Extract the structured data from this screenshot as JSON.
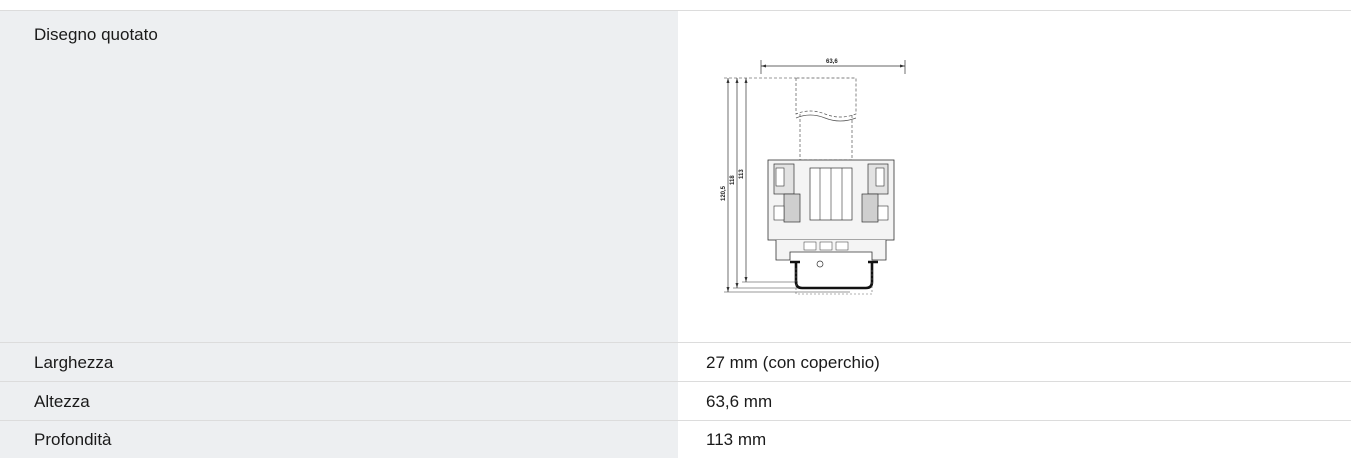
{
  "spec_table": {
    "drawing_row": {
      "label": "Disegno quotato",
      "drawing": {
        "icon": "dimensional-drawing-terminal-block",
        "dimensions": {
          "width_label": "63,6",
          "height_1": "120,5",
          "height_2": "118",
          "height_3": "113"
        }
      }
    },
    "rows": [
      {
        "label": "Larghezza",
        "value": "27 mm (con coperchio)"
      },
      {
        "label": "Altezza",
        "value": "63,6 mm"
      },
      {
        "label": "Profondità",
        "value": "113 mm"
      }
    ]
  }
}
